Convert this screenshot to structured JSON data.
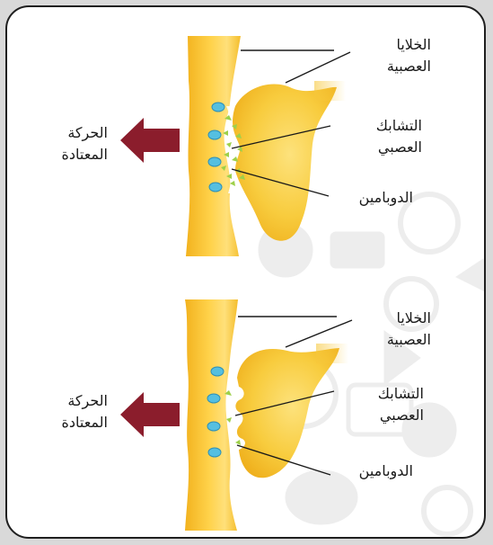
{
  "panels": [
    {
      "nerve_cells_line1": "الخلايا",
      "nerve_cells_line2": "العصبية",
      "synapse_line1": "التشابك",
      "synapse_line2": "العصبي",
      "dopamine": "الدوبامين",
      "movement_line1": "الحركة",
      "movement_line2": "المعتادة"
    },
    {
      "nerve_cells_line1": "الخلايا",
      "nerve_cells_line2": "العصبية",
      "synapse_line1": "التشابك",
      "synapse_line2": "العصبي",
      "dopamine": "الدوبامين",
      "movement_line1": "الحركة",
      "movement_line2": "المعتادة"
    }
  ],
  "colors": {
    "neuron": "#f6c02c",
    "neuron_highlight": "#ffe38a",
    "arrow": "#8b1d2c",
    "receptor": "#55bfe0",
    "dopamine": "#9ed04a",
    "watermark": "#ececec"
  }
}
